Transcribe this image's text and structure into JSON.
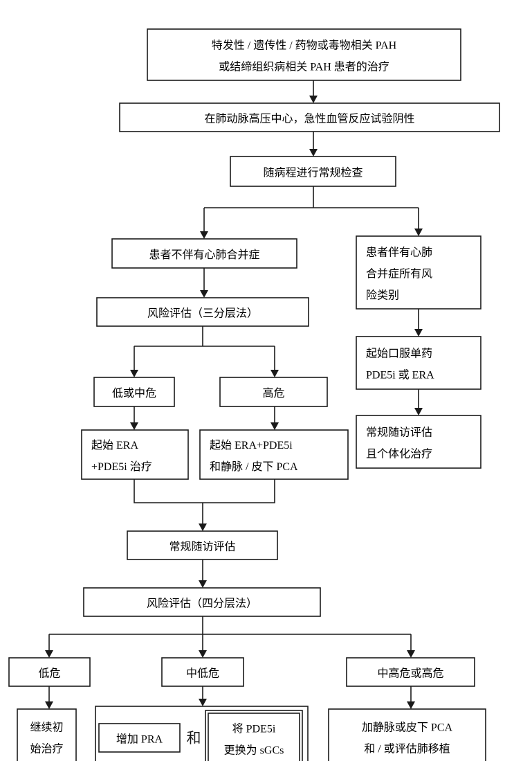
{
  "nodes": {
    "top": {
      "lines": [
        "特发性 / 遗传性 / 药物或毒物相关 PAH",
        "或结缔组织病相关 PAH 患者的治疗"
      ]
    },
    "vaso": {
      "lines": [
        "在肺动脉高压中心，急性血管反应试验阴性"
      ]
    },
    "routine": {
      "lines": [
        "随病程进行常规检查"
      ]
    },
    "no_comorb": {
      "lines": [
        "患者不伴有心肺合并症"
      ]
    },
    "comorb": {
      "lines": [
        "患者伴有心肺",
        "合并症所有风",
        "险类别"
      ]
    },
    "risk3": {
      "lines": [
        "风险评估（三分层法）"
      ]
    },
    "oral": {
      "lines": [
        "起始口服单药",
        "PDE5i 或 ERA"
      ]
    },
    "followup_ind": {
      "lines": [
        "常规随访评估",
        "且个体化治疗"
      ]
    },
    "lowmid": {
      "lines": [
        "低或中危"
      ]
    },
    "high": {
      "lines": [
        "高危"
      ]
    },
    "start_era": {
      "lines": [
        "起始 ERA",
        "+PDE5i 治疗"
      ]
    },
    "start_era_pca": {
      "lines": [
        "起始 ERA+PDE5i",
        "和静脉 / 皮下 PCA"
      ]
    },
    "followup": {
      "lines": [
        "常规随访评估"
      ]
    },
    "risk4": {
      "lines": [
        "风险评估（四分层法）"
      ]
    },
    "low": {
      "lines": [
        "低危"
      ]
    },
    "midlow": {
      "lines": [
        "中低危"
      ]
    },
    "midhigh": {
      "lines": [
        "中高危或高危"
      ]
    },
    "continue": {
      "lines": [
        "继续初",
        "始治疗"
      ]
    },
    "add_pra": {
      "lines": [
        "增加 PRA"
      ]
    },
    "and": {
      "lines": [
        "和"
      ]
    },
    "switch": {
      "lines": [
        "将 PDE5i",
        "更换为 sGCs"
      ]
    },
    "add_iv": {
      "lines": [
        "加静脉或皮下 PCA",
        "和 / 或评估肺移植"
      ]
    }
  }
}
